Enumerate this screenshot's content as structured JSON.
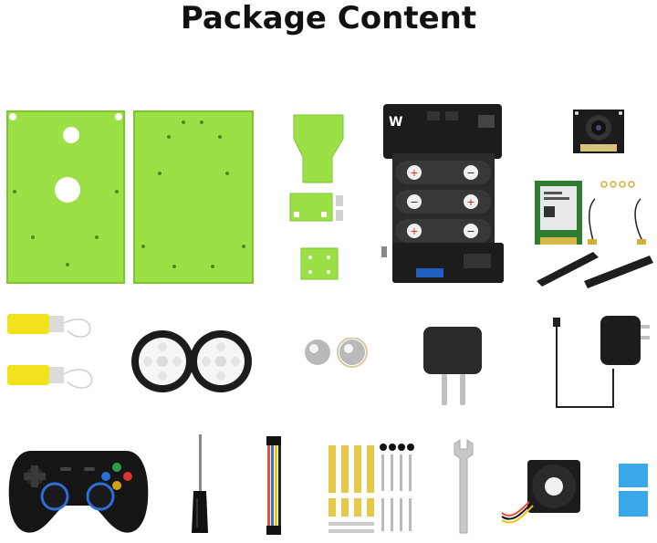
{
  "title": "Package Content",
  "colors": {
    "green": "#9be045",
    "green_dark": "#7cc52e",
    "board": "#1c1c1c",
    "yellow": "#f2e21c",
    "blue": "#3aa7e8"
  },
  "items": [
    "aluminium-plate-a",
    "aluminium-plate-b",
    "green-bracket-parts",
    "expansion-board",
    "camera-module",
    "wifi-card",
    "antennas",
    "gear-motors",
    "wheels",
    "ball-casters",
    "power-plug-adapter",
    "power-adapter",
    "gamepad",
    "screwdriver",
    "jumper-wires",
    "standoffs-and-screws",
    "wrench",
    "cooling-fan",
    "thermal-pads"
  ]
}
